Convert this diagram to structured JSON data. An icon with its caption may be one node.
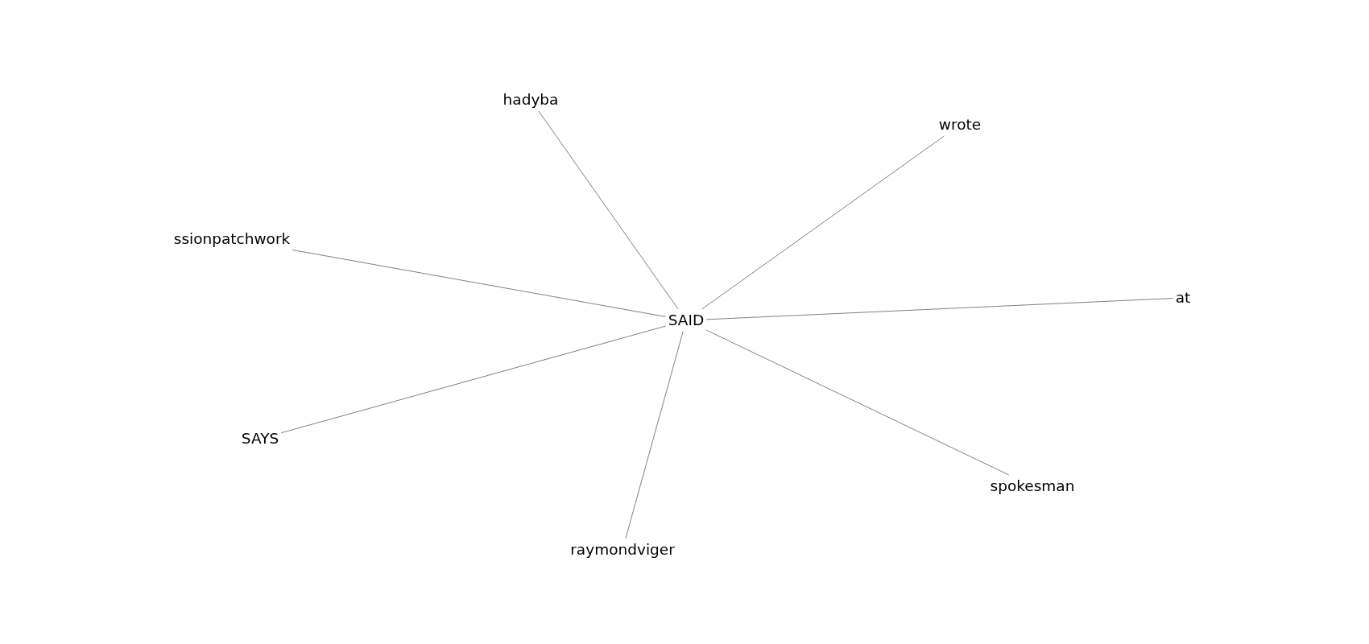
{
  "diagram": {
    "nodes": [
      {
        "text": [
          "hadyba"
        ]
      },
      {
        "text": [
          "wrote"
        ]
      },
      {
        "text": [
          "ssionpatchwork"
        ]
      },
      {
        "text": [
          "at"
        ]
      },
      {
        "text": [
          "SAID"
        ]
      },
      {
        "text": [
          "SAYS"
        ]
      },
      {
        "text": [
          "spokesman"
        ]
      },
      {
        "text": [
          "raymondviger"
        ]
      }
    ],
    "edges": [
      {
        "from": 4,
        "to": 0,
        "arrow": "none"
      },
      {
        "from": 4,
        "to": 1,
        "arrow": "none"
      },
      {
        "from": 4,
        "to": 2,
        "arrow": "none"
      },
      {
        "from": 4,
        "to": 3,
        "arrow": "none"
      },
      {
        "from": 4,
        "to": 5,
        "arrow": "none"
      },
      {
        "from": 4,
        "to": 6,
        "arrow": "none"
      },
      {
        "from": 4,
        "to": 7,
        "arrow": "none"
      }
    ]
  }
}
